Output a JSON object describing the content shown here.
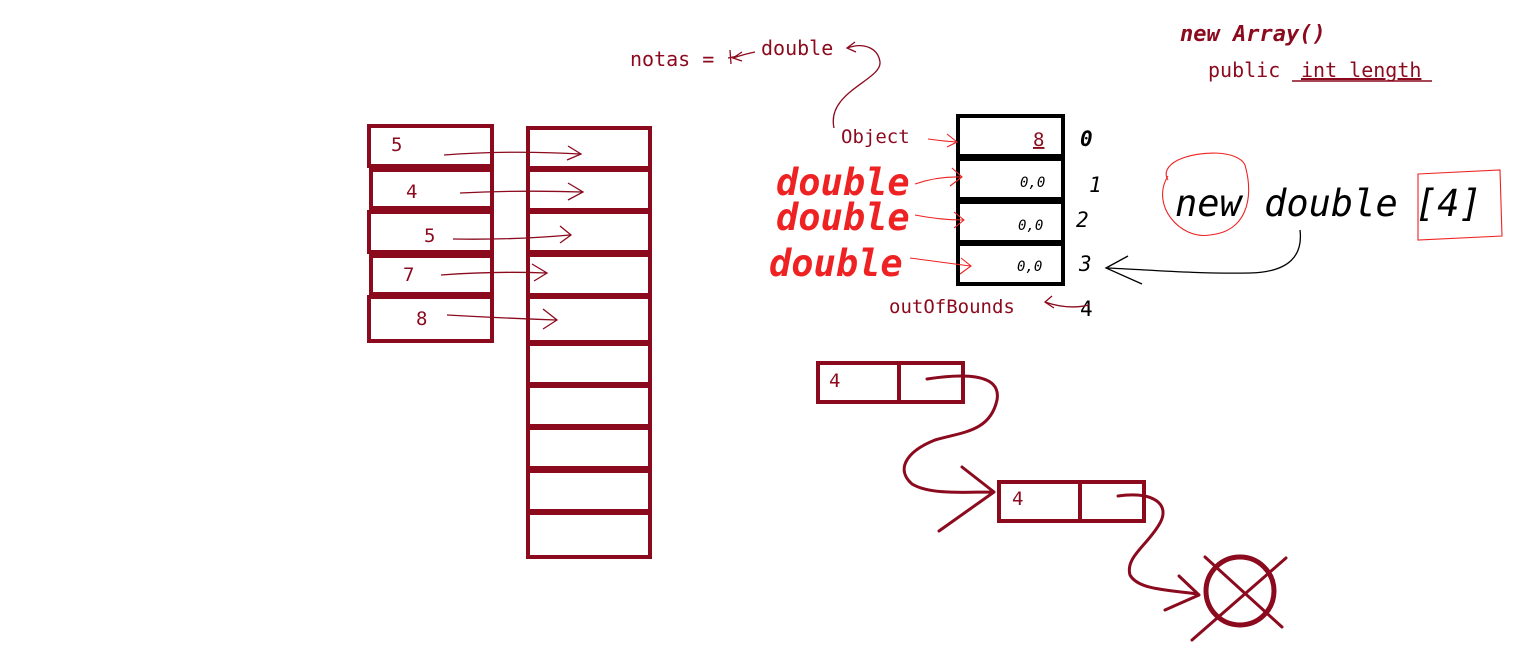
{
  "assignment": {
    "lhs": "notas =",
    "type": "double"
  },
  "array_constructor": {
    "call": "new Array()",
    "field": "public",
    "field_underlined": "int length"
  },
  "left_array": {
    "values": [
      "5",
      "4",
      "5",
      "7",
      "8"
    ]
  },
  "index_diagram": {
    "labels": [
      "Object",
      "double",
      "double",
      "double"
    ],
    "cells": [
      "8",
      "0,0",
      "0,0",
      "0,0"
    ],
    "indices": [
      "0",
      "1",
      "2",
      "3"
    ],
    "out_of_bounds_label": "outOfBounds",
    "out_of_bounds_index": "4"
  },
  "new_expr": {
    "prefix": "new double",
    "bracket": "[4]"
  },
  "linked_list": {
    "nodes": [
      "4",
      "4"
    ]
  },
  "colors": {
    "dark_red": "#8b0a1e",
    "bright_red": "#ee2222",
    "black": "#000000"
  }
}
